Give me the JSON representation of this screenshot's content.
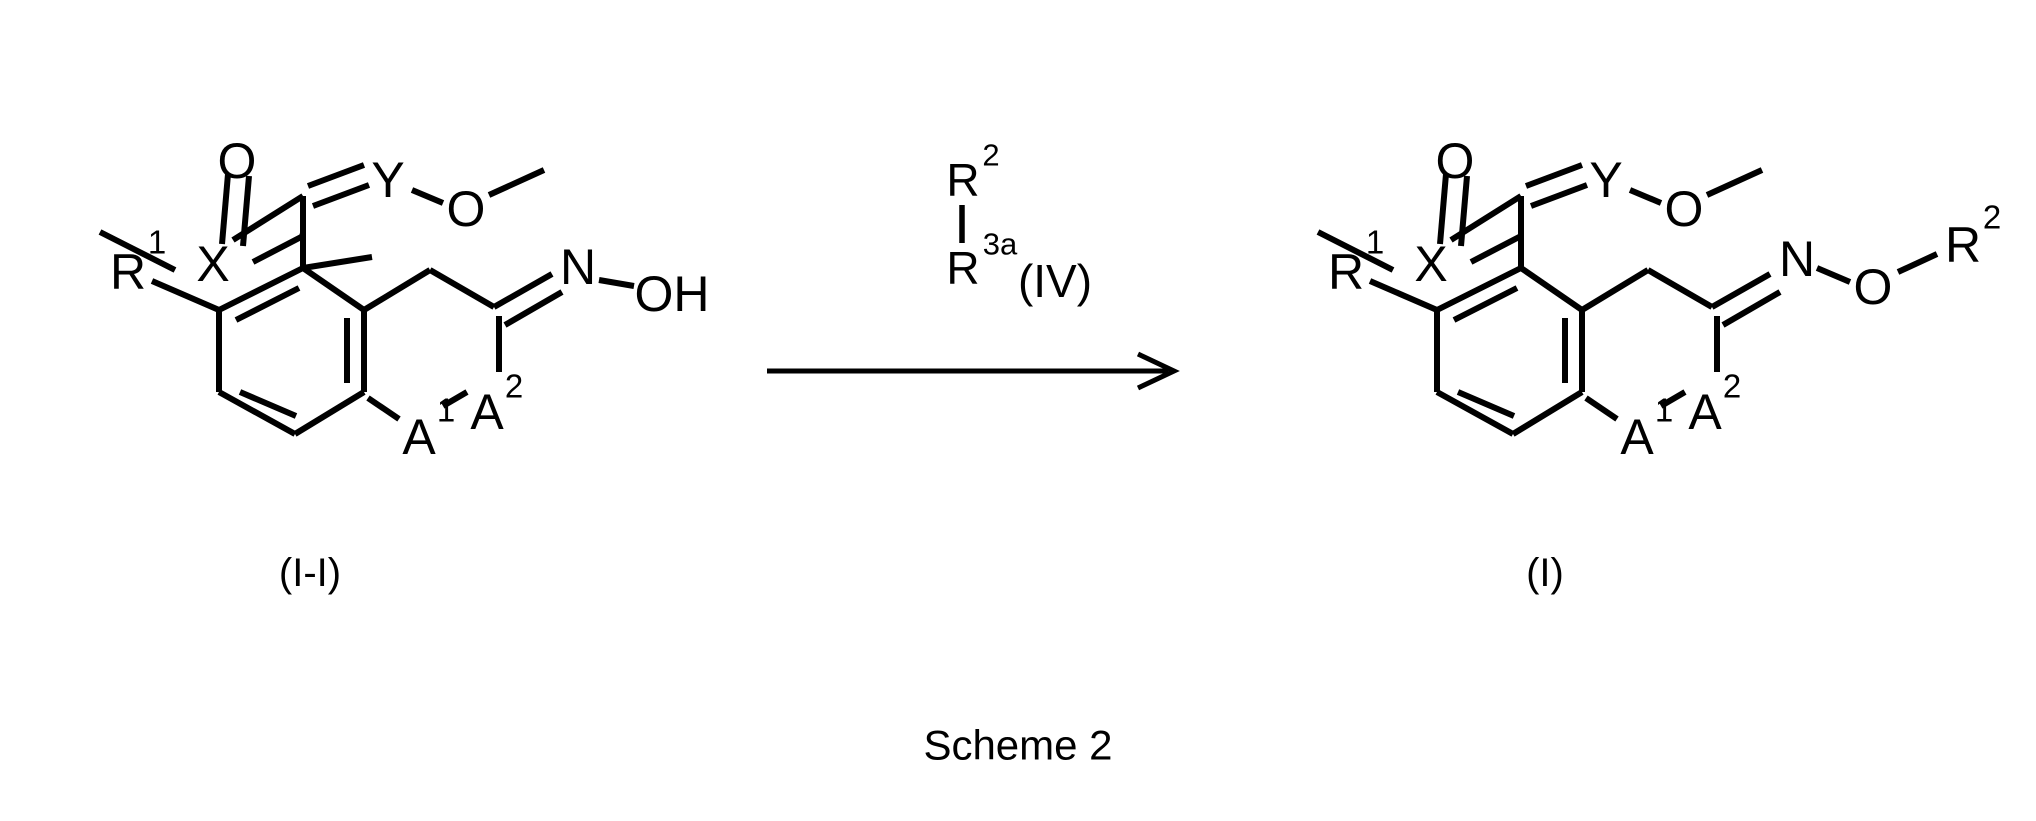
{
  "document": {
    "caption": "Scheme 2",
    "background_color": "#ffffff",
    "line_color": "#000000"
  },
  "reaction": {
    "type": "chemical-reaction-scheme",
    "description": "O-alkylation of an oxime (I-I) with reagent (IV) to give oxime ether (I)",
    "arrow": {
      "direction": "left-to-right",
      "label_above": "",
      "label_below": ""
    }
  },
  "reagent": {
    "top_symbol": "R",
    "top_superscript": "2",
    "bottom_symbol": "R",
    "bottom_superscript": "3a",
    "structure_number": "(IV)"
  },
  "reactant": {
    "number": "(I-I)",
    "atoms": {
      "carbonyl_oxygen": "O",
      "x_linker": "X",
      "r1": "R",
      "r1_superscript": "1",
      "y_linker": "Y",
      "ether_oxygen": "O",
      "ring_a1": "A",
      "ring_a1_superscript": "1",
      "ring_a2": "A",
      "ring_a2_superscript": "2",
      "oxime_nitrogen": "N",
      "oxime_hydroxyl": "OH"
    }
  },
  "product": {
    "number": "(I)",
    "atoms": {
      "carbonyl_oxygen": "O",
      "x_linker": "X",
      "r1": "R",
      "r1_superscript": "1",
      "y_linker": "Y",
      "ether_oxygen": "O",
      "ring_a1": "A",
      "ring_a1_superscript": "1",
      "ring_a2": "A",
      "ring_a2_superscript": "2",
      "oxime_nitrogen": "N",
      "oxime_ether_oxygen": "O",
      "r2": "R",
      "r2_superscript": "2"
    }
  }
}
